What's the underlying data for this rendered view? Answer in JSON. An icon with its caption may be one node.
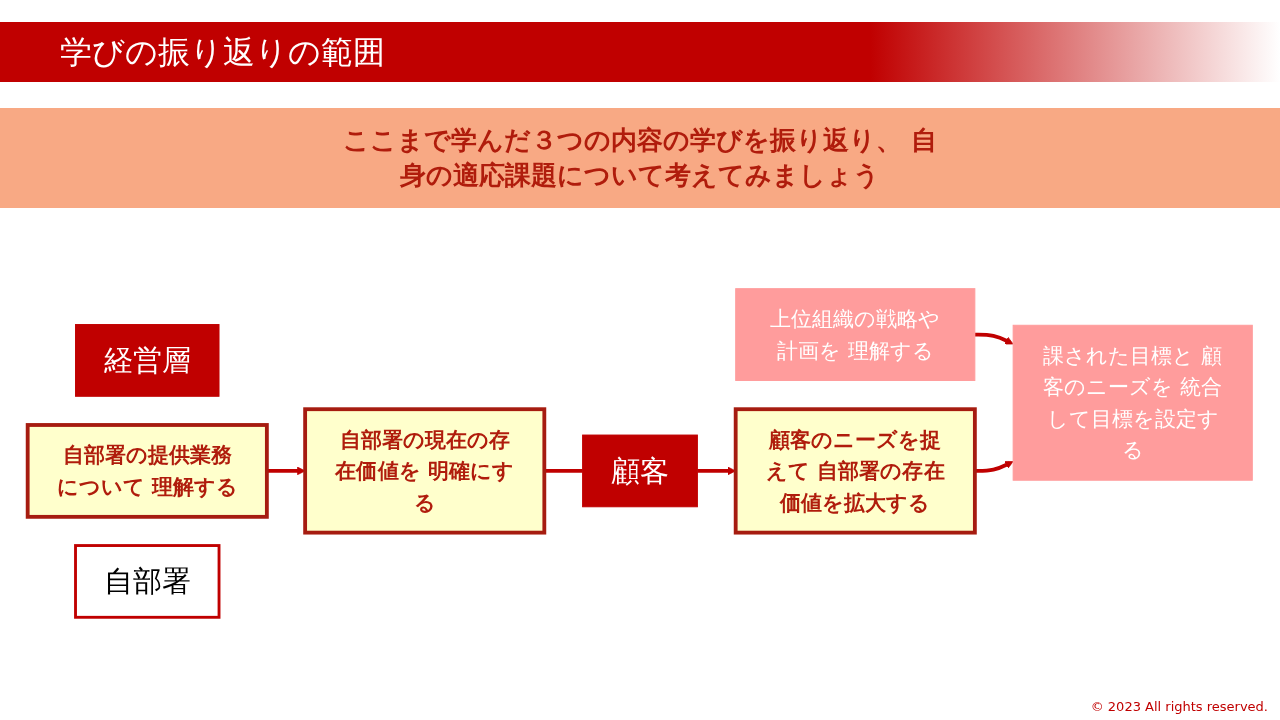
{
  "diagram": {
    "title": "学びの振り返りの範囲",
    "nodes": [
      {
        "text": [
          "経営層"
        ]
      },
      {
        "text": [
          "上位組織の戦略や計画を 理解する"
        ]
      },
      {
        "text": [
          "自部署の提供業務について 理解する"
        ]
      },
      {
        "text": [
          "自部署"
        ]
      },
      {
        "text": [
          "課された目標と 顧客のニーズを 統合して目標を設定する"
        ]
      },
      {
        "text": [
          "自部署の現在の存在価値を 明確にする"
        ]
      },
      {
        "text": [
          "顧客"
        ]
      },
      {
        "text": [
          "顧客のニーズを捉えて 自部署の存在価値を拡大する"
        ]
      }
    ],
    "edges": [
      {
        "from": 1,
        "to": 4,
        "arrow": "to"
      },
      {
        "from": 2,
        "to": 5,
        "arrow": "to"
      },
      {
        "from": 5,
        "to": 6,
        "arrow": "none"
      },
      {
        "from": 6,
        "to": 7,
        "arrow": "to"
      },
      {
        "from": 7,
        "to": 4,
        "arrow": "to"
      }
    ],
    "labels": [
      "ここまで学んだ３つの内容の学びを振り返り、 自身の適応課題について考えてみましょう",
      "© 2023 All rights reserved."
    ]
  }
}
